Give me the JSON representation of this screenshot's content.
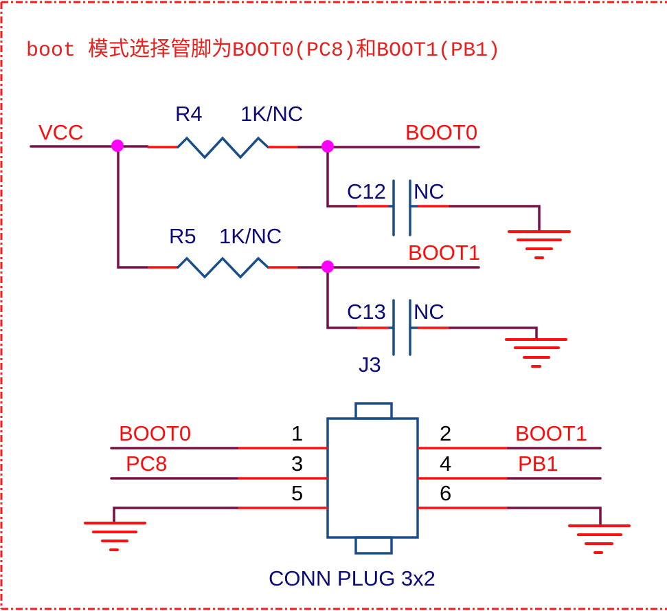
{
  "title": "boot 模式选择管脚为BOOT0(PC8)和BOOT1(PB1)",
  "colors": {
    "frame": "#ff1a1a",
    "wire": "#7a0f45",
    "pin": "#ff1010",
    "component_body": "#1a4e8a",
    "junction": "#ff00ff",
    "net_label": "#ff0a0a",
    "designator": "#0a0a78"
  },
  "nets": {
    "vcc": "VCC",
    "boot0": "BOOT0",
    "boot1": "BOOT1",
    "pc8": "PC8",
    "pb1": "PB1"
  },
  "components": {
    "r4": {
      "designator": "R4",
      "value": "1K/NC",
      "type": "resistor"
    },
    "r5": {
      "designator": "R5",
      "value": "1K/NC",
      "type": "resistor"
    },
    "c12": {
      "designator": "C12",
      "value": "NC",
      "type": "capacitor"
    },
    "c13": {
      "designator": "C13",
      "value": "NC",
      "type": "capacitor"
    },
    "j3": {
      "designator": "J3",
      "value": "CONN PLUG 3x2",
      "type": "connector",
      "pins": [
        {
          "number": "1",
          "net": "BOOT0"
        },
        {
          "number": "2",
          "net": "BOOT1"
        },
        {
          "number": "3",
          "net": "PC8"
        },
        {
          "number": "4",
          "net": "PB1"
        },
        {
          "number": "5",
          "net": "GND"
        },
        {
          "number": "6",
          "net": "GND"
        }
      ]
    }
  },
  "grounds": [
    "gnd-c12",
    "gnd-c13",
    "gnd-j3-pin5",
    "gnd-j3-pin6"
  ]
}
